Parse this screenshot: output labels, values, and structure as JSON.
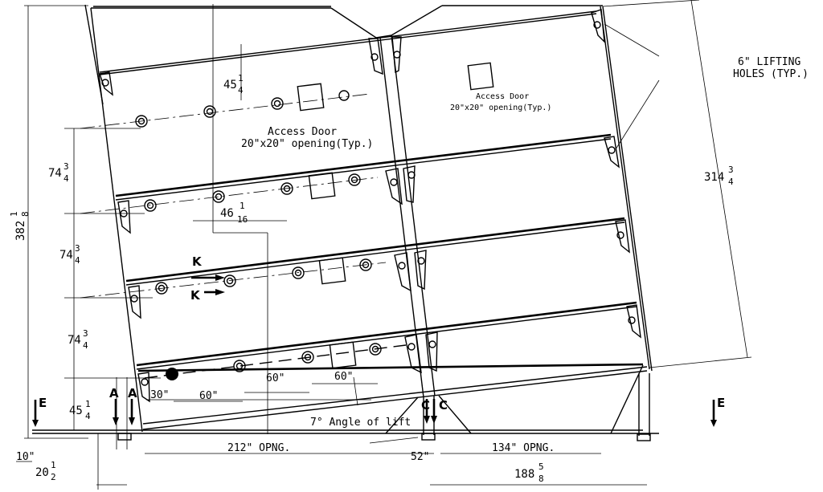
{
  "labels": {
    "access_door_1": "Access Door",
    "access_door_1_sub": "20\"x20\" opening(Typ.)",
    "access_door_2": "Access Door",
    "access_door_2_sub": "20\"x20\" opening(Typ.)",
    "lifting_holes_1": "6\" LIFTING",
    "lifting_holes_2": "HOLES (TYP.)",
    "angle_of_lift": "7° Angle of lift"
  },
  "dimensions": {
    "d_45_14_top": "45",
    "d_45_14_top_num": "1",
    "d_45_14_top_den": "4",
    "d_46_116": "46",
    "d_46_116_num": "1",
    "d_46_116_den": "16",
    "d_74_34_a": "74",
    "d_74_34_b": "74",
    "d_74_34_c": "74",
    "frac_34_num": "3",
    "frac_34_den": "4",
    "d_45_14_bot": "45",
    "d_382_18": "382",
    "d_382_num": "1",
    "d_382_den": "8",
    "d_314_34": "314",
    "d_314_num": "3",
    "d_314_den": "4",
    "d_30": "30\"",
    "d_60_a": "60\"",
    "d_60_b": "60\"",
    "d_60_c": "60\"",
    "d_212": "212\" OPNG.",
    "d_52": "52\"",
    "d_134": "134\" OPNG.",
    "d_188": "188",
    "d_188_num": "5",
    "d_188_den": "8",
    "d_10": "10\"",
    "d_20": "20",
    "d_20_num": "1",
    "d_20_den": "2"
  },
  "section_marks": {
    "e_left": "E",
    "e_right": "E",
    "a1": "A",
    "a2": "A",
    "c1": "C",
    "c2": "C",
    "k1": "K",
    "k2": "K"
  }
}
